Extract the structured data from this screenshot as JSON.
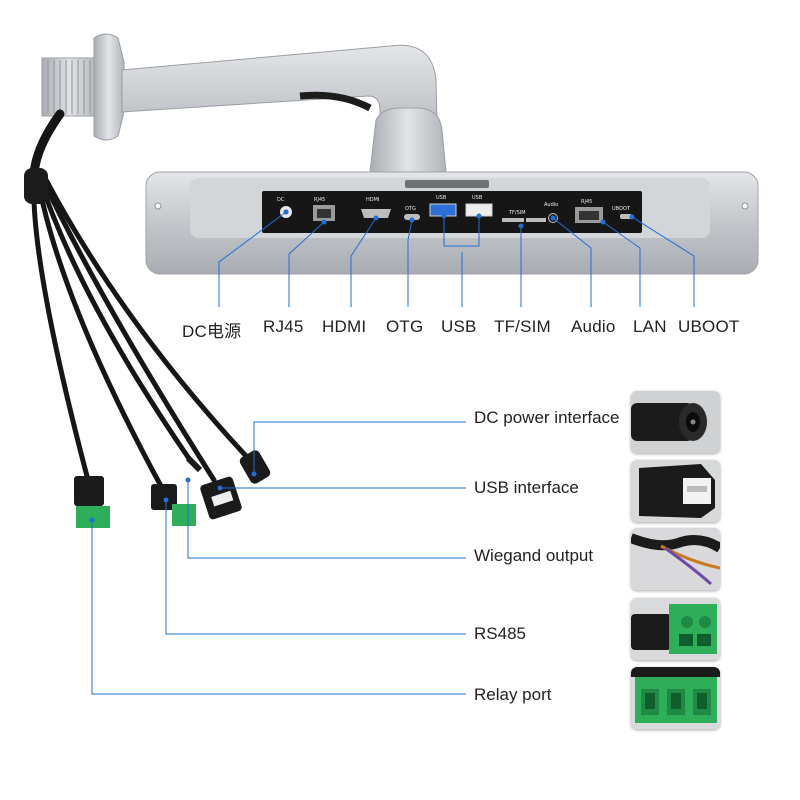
{
  "colors": {
    "accent_line": "#1e6fd9",
    "housing": "#c9ccd0",
    "panel": "#161616",
    "cable": "#161616",
    "terminal_green": "#2fae5a"
  },
  "port_panel_labels": {
    "dc": "DC",
    "rj45": "RJ45",
    "hdmi": "HDMI",
    "otg": "OTG",
    "usb1": "USB",
    "usb2": "USB",
    "tfsim": "TF/SIM",
    "audio": "Audio",
    "lan": "RJ45",
    "uboot": "UBOOT"
  },
  "port_callouts": [
    "DC电源",
    "RJ45",
    "HDMI",
    "OTG",
    "USB",
    "TF/SIM",
    "Audio",
    "LAN",
    "UBOOT"
  ],
  "interfaces": [
    {
      "label": "DC power interface",
      "thumb_icon": "dc-barrel-jack-icon"
    },
    {
      "label": "USB interface",
      "thumb_icon": "usb-socket-icon"
    },
    {
      "label": "Wiegand output",
      "thumb_icon": "wiegand-wires-icon"
    },
    {
      "label": "RS485",
      "thumb_icon": "rs485-terminal-icon"
    },
    {
      "label": "Relay port",
      "thumb_icon": "relay-terminal-icon"
    }
  ]
}
